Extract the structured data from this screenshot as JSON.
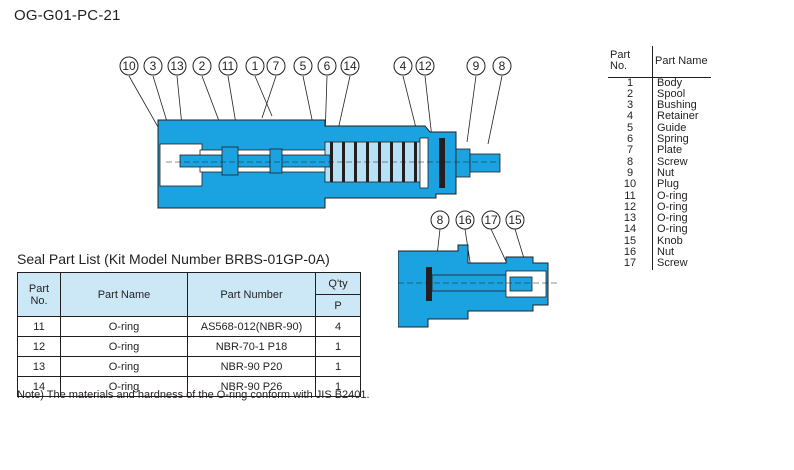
{
  "document_title": "OG-G01-PC-21",
  "main_callouts": [
    "10",
    "3",
    "13",
    "2",
    "11",
    "1",
    "7",
    "5",
    "6",
    "14",
    "4",
    "12",
    "9",
    "8"
  ],
  "detail_callouts": [
    "8",
    "16",
    "17",
    "15"
  ],
  "parts_list": {
    "headers": {
      "no": "Part No.",
      "name": "Part Name"
    },
    "rows": [
      {
        "no": "1",
        "name": "Body"
      },
      {
        "no": "2",
        "name": "Spool"
      },
      {
        "no": "3",
        "name": "Bushing"
      },
      {
        "no": "4",
        "name": "Retainer"
      },
      {
        "no": "5",
        "name": "Guide"
      },
      {
        "no": "6",
        "name": "Spring"
      },
      {
        "no": "7",
        "name": "Plate"
      },
      {
        "no": "8",
        "name": "Screw"
      },
      {
        "no": "9",
        "name": "Nut"
      },
      {
        "no": "10",
        "name": "Plug"
      },
      {
        "no": "11",
        "name": "O-ring"
      },
      {
        "no": "12",
        "name": "O-ring"
      },
      {
        "no": "13",
        "name": "O-ring"
      },
      {
        "no": "14",
        "name": "O-ring"
      },
      {
        "no": "15",
        "name": "Knob"
      },
      {
        "no": "16",
        "name": "Nut"
      },
      {
        "no": "17",
        "name": "Screw"
      }
    ]
  },
  "seal_list": {
    "title": "Seal Part List (Kit Model Number BRBS-01GP-0A)",
    "headers": {
      "part_no_1": "Part",
      "part_no_2": "No.",
      "part_name": "Part Name",
      "part_number": "Part Number",
      "qty_1": "Q'ty",
      "qty_2": "P"
    },
    "rows": [
      {
        "no": "11",
        "name": "O-ring",
        "number": "AS568-012(NBR-90)",
        "qty": "4"
      },
      {
        "no": "12",
        "name": "O-ring",
        "number": "NBR-70-1 P18",
        "qty": "1"
      },
      {
        "no": "13",
        "name": "O-ring",
        "number": "NBR-90 P20",
        "qty": "1"
      },
      {
        "no": "14",
        "name": "O-ring",
        "number": "NBR-90 P26",
        "qty": "1"
      }
    ]
  },
  "note": "Note) The materials and hardness of the O-ring conform with JIS B2401.",
  "colors": {
    "body_blue": "#1aa3e0",
    "dark": "#231f20",
    "header_fill": "#cce8f6",
    "spring_fill": "#b7e2f6"
  }
}
